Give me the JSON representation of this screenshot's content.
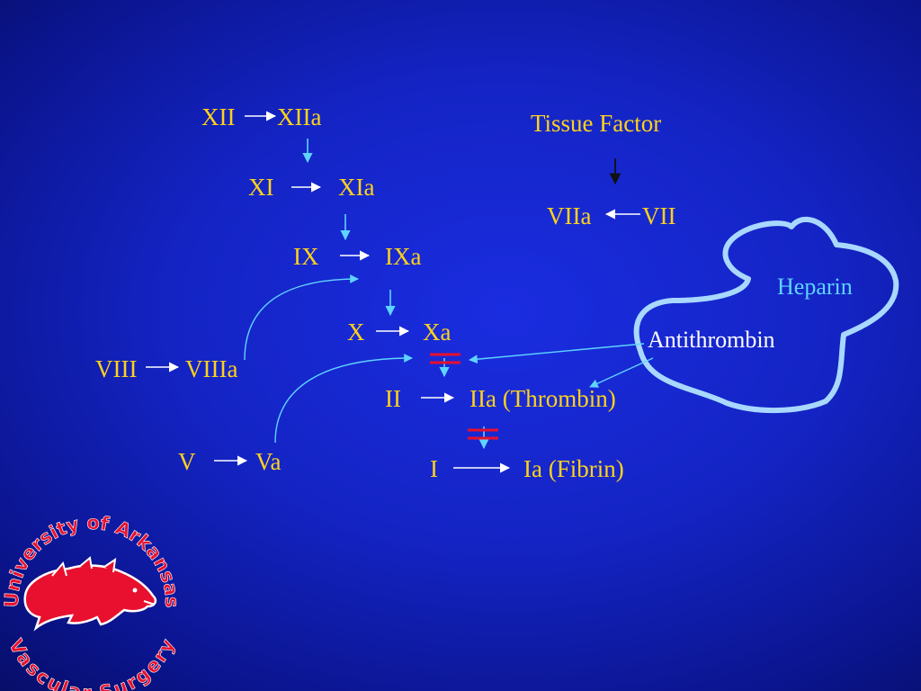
{
  "factors": {
    "xii": "XII",
    "xiia": "XIIa",
    "xi": "XI",
    "xia": "XIa",
    "ix": "IX",
    "ixa": "IXa",
    "x": "X",
    "xa": "Xa",
    "viii": "VIII",
    "viiia": "VIIIa",
    "v": "V",
    "va": "Va",
    "ii": "II",
    "iia": "IIa (Thrombin)",
    "i": "I",
    "ia": "Ia (Fibrin)",
    "tissue_factor": "Tissue Factor",
    "viia": "VIIa",
    "vii": "VII"
  },
  "inhibitors": {
    "heparin": "Heparin",
    "antithrombin": "Antithrombin"
  },
  "logo": {
    "top_text": "University of Arkansas",
    "bottom_text": "Vascular Surgery"
  },
  "colors": {
    "factor_text": "#ffd21a",
    "arrow": "#5fd4ff",
    "heparin_outline": "#a9d8ff",
    "inhibition_mark": "#e8102e",
    "logo_red": "#e8102e"
  }
}
